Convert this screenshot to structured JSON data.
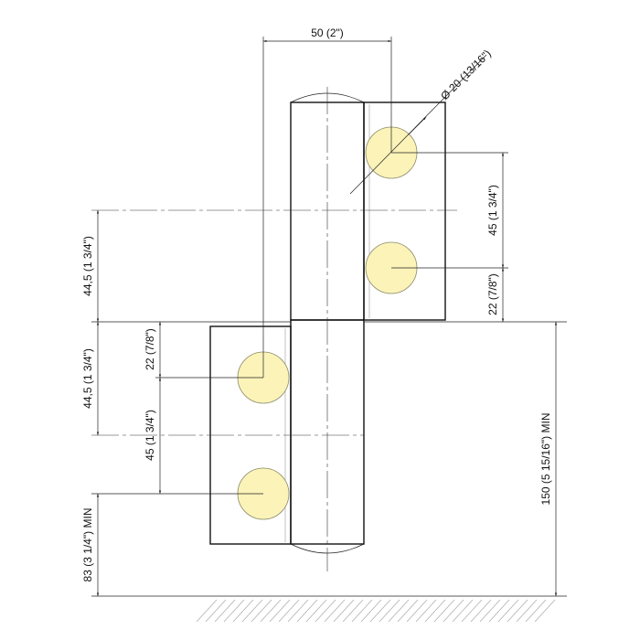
{
  "drawing": {
    "title": "Hinge dimension drawing",
    "dimensions": {
      "width": "50 (2\")",
      "hole_diameter": "Ø 20 (13/16\")",
      "upper_hole_spacing": "45 (1  3/4\")",
      "upper_hole_to_joint": "22 (7/8\")",
      "upper_leaf_offset": "44,5 (1  3/4\")",
      "lower_leaf_offset": "44,5 (1  3/4\")",
      "lower_joint_to_hole": "22 (7/8\")",
      "lower_hole_spacing": "45 (1  3/4\")",
      "floor_to_lower_hole": "83 (3  1/4\") MIN",
      "floor_to_joint": "150 (5 15/16\") MIN"
    },
    "colors": {
      "hole": "#fbf3b8"
    }
  }
}
